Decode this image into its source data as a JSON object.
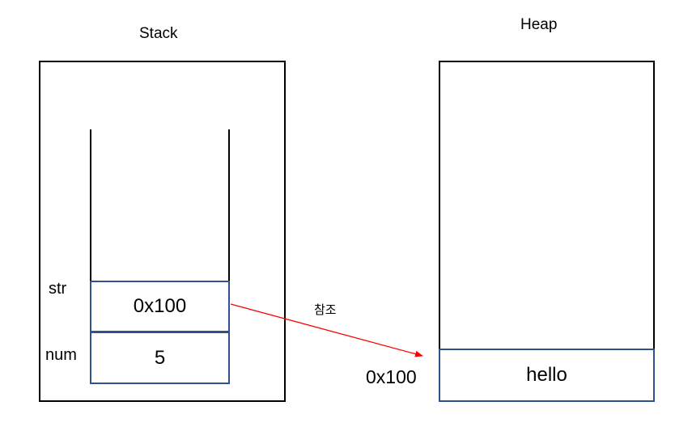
{
  "stack": {
    "title": "Stack",
    "vars": [
      {
        "name": "str",
        "value": "0x100"
      },
      {
        "name": "num",
        "value": "5"
      }
    ]
  },
  "heap": {
    "title": "Heap",
    "address": "0x100",
    "value": "hello"
  },
  "arrow": {
    "label": "참조",
    "color": "#ff0000"
  },
  "colors": {
    "cell_border": "#2f528f",
    "box_border": "#000000"
  }
}
